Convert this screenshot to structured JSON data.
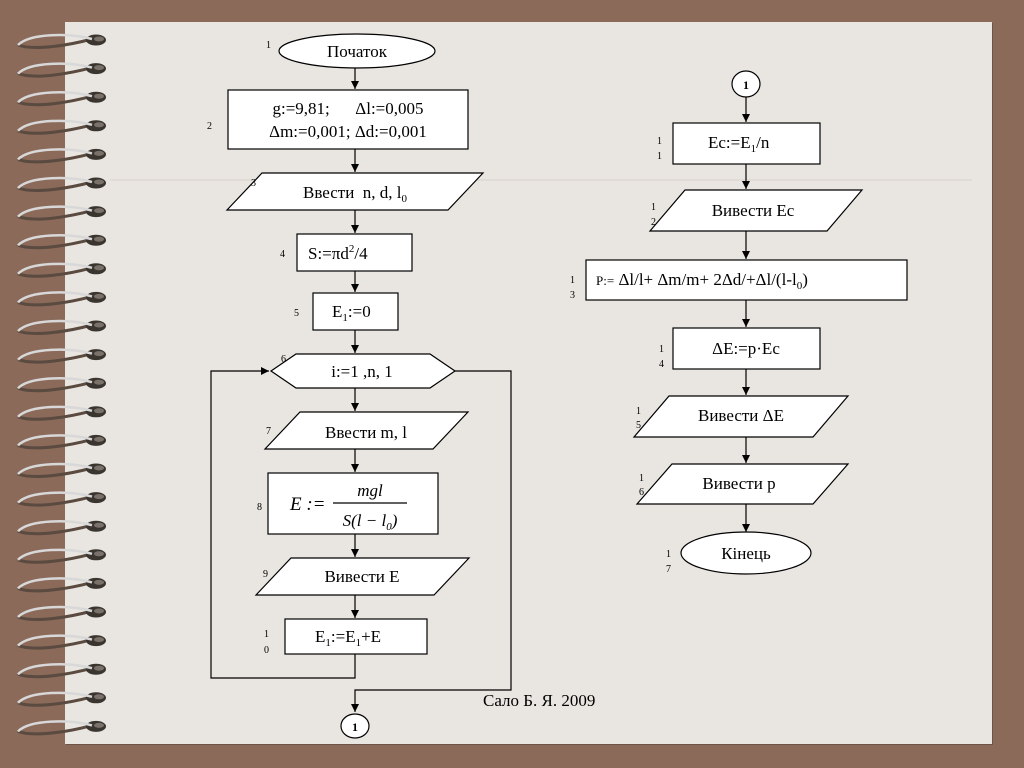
{
  "left_column": {
    "start": {
      "num": "1",
      "text": "Початок"
    },
    "init": {
      "num": "2",
      "line1": "g:=9,81;      Δl:=0,005",
      "line2": "Δm:=0,001; Δd:=0,001"
    },
    "input1": {
      "num": "3",
      "text": "Ввести  n, d, l",
      "sub": "0"
    },
    "area": {
      "num": "4",
      "pre": "S:=πd",
      "sup": "2",
      "post": "/4"
    },
    "e1_init": {
      "num": "5",
      "pre": "E",
      "sub": "1",
      "post": ":=0"
    },
    "loop": {
      "num": "6",
      "text": "i:=1 ,n, 1"
    },
    "input2": {
      "num": "7",
      "text": "Ввести m, l"
    },
    "formula": {
      "num": "8",
      "lhs": "E :=",
      "numerator": "mgl",
      "denominator_pre": "S(l − l",
      "denominator_sub": "0",
      "denominator_post": ")"
    },
    "output_e": {
      "num": "9",
      "text": "Вивести E"
    },
    "accumulate": {
      "num1": "1",
      "num2": "0",
      "pre": "E",
      "sub1": "1",
      "mid": ":=E",
      "sub2": "1",
      "post": "+E"
    },
    "connector": {
      "text": "1"
    }
  },
  "right_column": {
    "connector": {
      "text": "1"
    },
    "avg": {
      "num1": "1",
      "num2": "1",
      "pre": "Ec:=E",
      "sub": "1",
      "post": "/n"
    },
    "output_ec": {
      "num1": "1",
      "num2": "2",
      "text": "Вивести Ec"
    },
    "rel_err": {
      "num1": "1",
      "num2": "3",
      "pre": "P:=",
      "main": " Δl/l+ Δm/m+ 2Δd/+Δl/(l-l",
      "sub": "0",
      "post": ")"
    },
    "abs_err": {
      "num1": "1",
      "num2": "4",
      "text": "ΔE:=p·Ec"
    },
    "output_de": {
      "num1": "1",
      "num2": "5",
      "text": "Вивести ΔE"
    },
    "output_p": {
      "num1": "1",
      "num2": "6",
      "text": "Вивести p"
    },
    "end": {
      "num1": "1",
      "num2": "7",
      "text": "Кінець"
    }
  },
  "author": "Сало Б. Я. 2009"
}
